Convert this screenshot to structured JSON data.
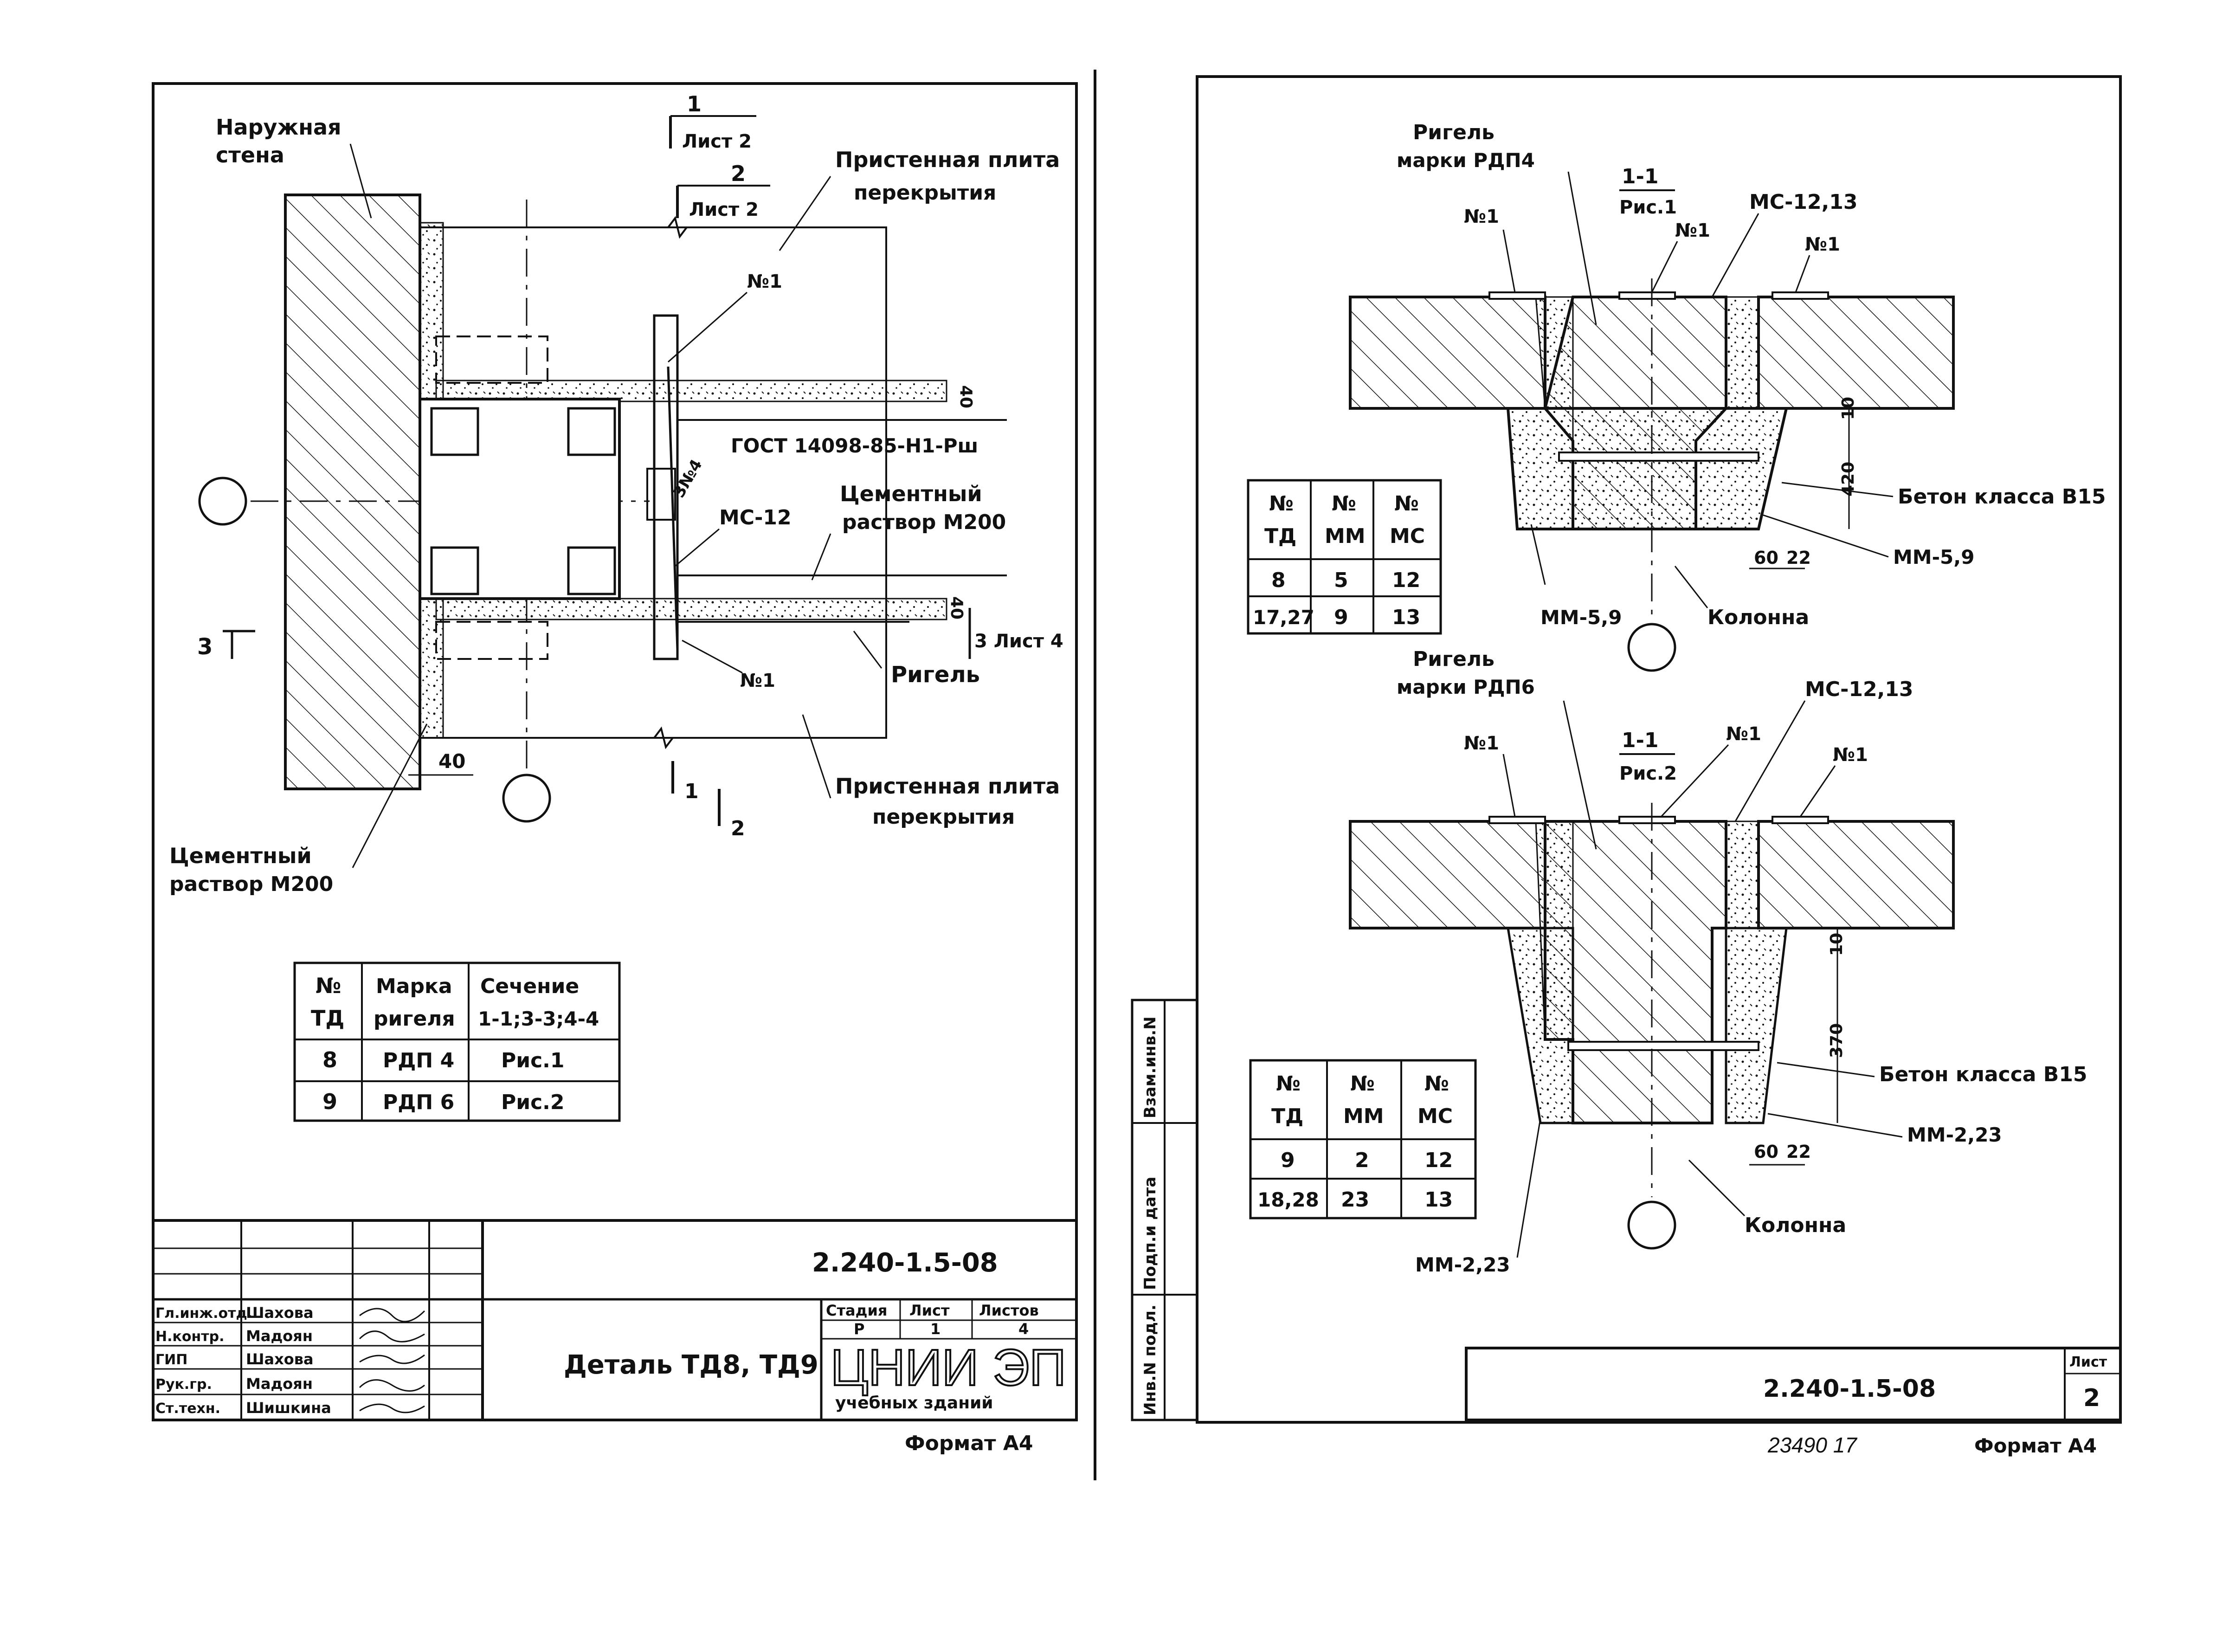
{
  "left_sheet": {
    "labels": {
      "outer_wall": [
        "Наружная",
        "стена"
      ],
      "wall_slab_top": [
        "Пристенная плита",
        "перекрытия"
      ],
      "wall_slab_bottom": [
        "Пристенная плита",
        "перекрытия"
      ],
      "cement_mortar_right": [
        "Цементный",
        "раствор М200"
      ],
      "cement_mortar_left": [
        "Цементный",
        "раствор М200"
      ],
      "beam": "Ригель",
      "n1_top": "№1",
      "n1_bottom": "№1",
      "mc12": "МС-12",
      "weld": "3№4",
      "gost": "ГОСТ 14098-85-Н1-Рш"
    },
    "section_marks": {
      "s1_num": "1",
      "s1_sheet": "Лист 2",
      "s2_num": "2",
      "s2_sheet": "Лист 2",
      "s3_left": "3",
      "s3_right": "3 Лист 4",
      "b1": "1",
      "b2": "2"
    },
    "dims": {
      "d40_left": "40",
      "d40_top": "40",
      "d40_bottom": "40"
    },
    "table": {
      "headers": [
        [
          "№",
          "ТД"
        ],
        [
          "Марка",
          "ригеля"
        ],
        [
          "Сечение",
          "1-1;3-3;4-4"
        ]
      ],
      "rows": [
        [
          "8",
          "РДП 4",
          "Рис.1"
        ],
        [
          "9",
          "РДП 6",
          "Рис.2"
        ]
      ]
    },
    "title_block": {
      "doc_code": "2.240-1.5-08",
      "title": "Деталь ТД8, ТД9",
      "stage_headers": [
        "Стадия",
        "Лист",
        "Листов"
      ],
      "stage_values": [
        "Р",
        "1",
        "4"
      ],
      "org": [
        "ЦНИИ ЭП",
        "учебных зданий"
      ],
      "roles": [
        "Гл.инж.отд.",
        "Н.контр.",
        "ГИП",
        "Рук.гр.",
        "Ст.техн."
      ],
      "names": [
        "Шахова",
        "Мадоян",
        "Шахова",
        "Мадоян",
        "Шишкина"
      ]
    },
    "format": "Формат А4"
  },
  "right_sheet": {
    "fig1": {
      "beam": [
        "Ригель",
        "марки РДП4"
      ],
      "section": [
        "1-1",
        "Рис.1"
      ],
      "mc": "МС-12,13",
      "n1": [
        "№1",
        "№1",
        "№1"
      ],
      "dim_10": "10",
      "dim_h": "420",
      "dim_60": "60",
      "dim_22": "22",
      "concrete": "Бетон класса В15",
      "mm_right": "ММ-5,9",
      "mm_left": "ММ-5,9",
      "column": "Колонна",
      "table": {
        "headers": [
          [
            "№",
            "ТД"
          ],
          [
            "№",
            "ММ"
          ],
          [
            "№",
            "МС"
          ]
        ],
        "rows": [
          [
            "8",
            "5",
            "12"
          ],
          [
            "17,27",
            "9",
            "13"
          ]
        ]
      }
    },
    "fig2": {
      "beam": [
        "Ригель",
        "марки РДП6"
      ],
      "section": [
        "1-1",
        "Рис.2"
      ],
      "mc": "МС-12,13",
      "n1": [
        "№1",
        "№1",
        "№1"
      ],
      "dim_10": "10",
      "dim_h": "370",
      "dim_60": "60",
      "dim_22": "22",
      "concrete": "Бетон класса В15",
      "mm_right": "ММ-2,23",
      "mm_left": "ММ-2,23",
      "column": "Колонна",
      "table": {
        "headers": [
          [
            "№",
            "ТД"
          ],
          [
            "№",
            "ММ"
          ],
          [
            "№",
            "МС"
          ]
        ],
        "rows": [
          [
            "9",
            "2",
            "12"
          ],
          [
            "18,28",
            "23",
            "13"
          ]
        ]
      }
    },
    "side_stamp": [
      "Взам.инв.N",
      "Подп.и дата",
      "Инв.N подл."
    ],
    "doc_code": "2.240-1.5-08",
    "sheet_label": "Лист",
    "sheet_num": "2",
    "archive_no": "23490 17",
    "format": "Формат А4"
  }
}
